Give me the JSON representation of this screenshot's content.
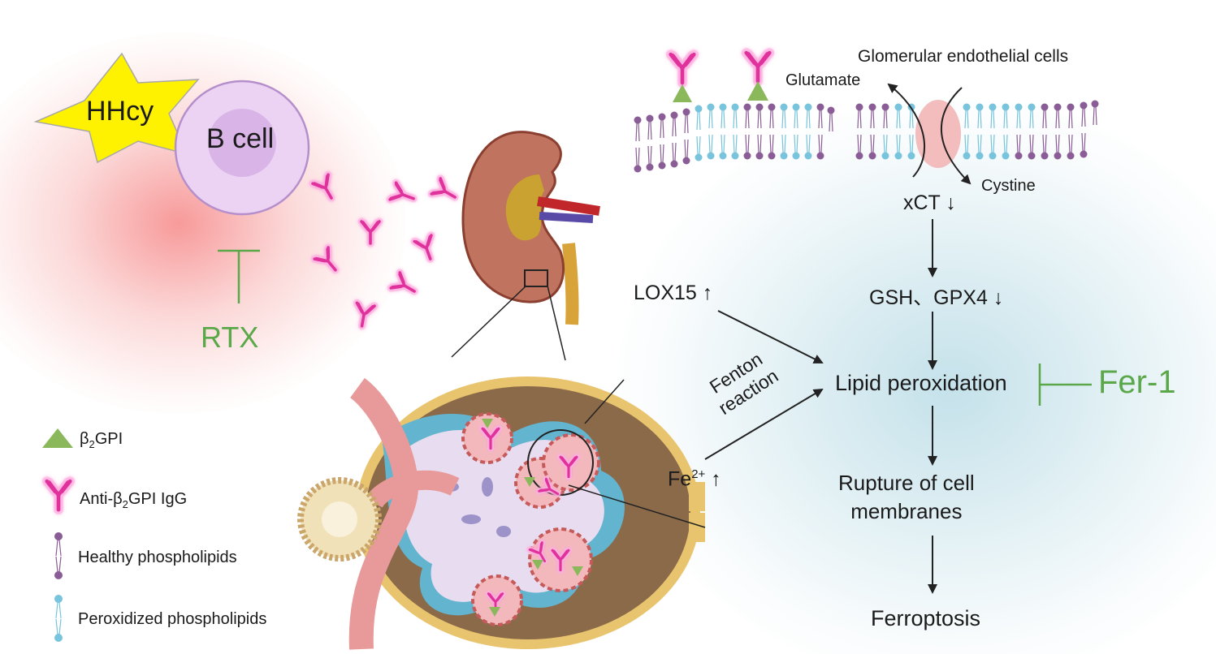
{
  "labels": {
    "hhcy": "HHcy",
    "b_cell": "B cell",
    "rtx": "RTX",
    "glomerular": "Glomerular endothelial cells",
    "glutamate": "Glutamate",
    "cystine": "Cystine",
    "xct": "xCT ↓",
    "gsh_gpx4": "GSH、GPX4 ↓",
    "lox15": "LOX15 ↑",
    "lipid_peroxidation": "Lipid peroxidation",
    "fer1": "Fer-1",
    "rupture_line1": "Rupture of cell",
    "rupture_line2": "membranes",
    "ferroptosis": "Ferroptosis",
    "fe_base": "Fe",
    "fe_sup": "2+",
    "fe_arrow": " ↑",
    "fenton_line1": "Fenton",
    "fenton_line2": "reaction"
  },
  "legend": {
    "b2gpi_pre": "β",
    "b2gpi_sub": "2",
    "b2gpi_post": "GPI",
    "antibody_pre": "Anti-β",
    "antibody_sub": "2",
    "antibody_post": "GPI IgG",
    "healthy": "Healthy phospholipids",
    "peroxidized": "Peroxidized phospholipids"
  },
  "colors": {
    "inhibitor_green": "#5aa84a",
    "antibody_magenta": "#e0309c",
    "b2gpi_green": "#8ab85a",
    "healthy_lipid": "#8a5d96",
    "peroxidized_lipid": "#78c4dc",
    "star_yellow": "#fff200",
    "b_cell_lilac": "#e4c8ee"
  }
}
